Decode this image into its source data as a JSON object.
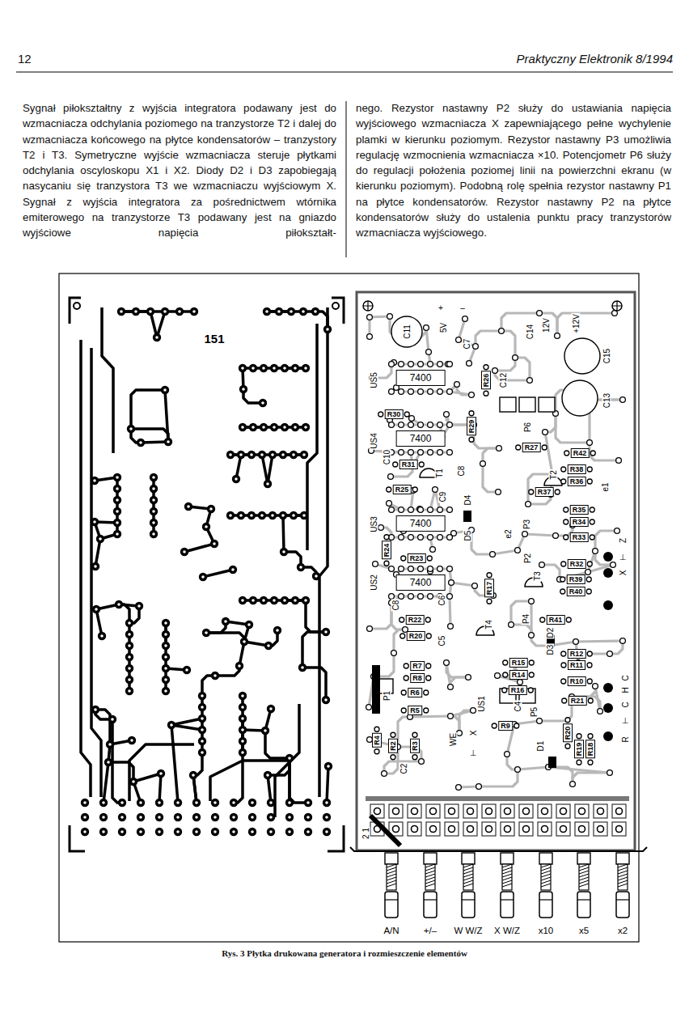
{
  "diagram": {
    "caption": "Rys. 3 Płytka drukowana generatora i rozmieszczenie elementów",
    "nodes": [
      {
        "text": [
          "R26"
        ]
      },
      {
        "text": [
          "7400"
        ]
      },
      {
        "text": [
          "R30"
        ]
      },
      {
        "text": [
          "R29"
        ]
      },
      {
        "text": [
          "7400"
        ]
      },
      {
        "text": [
          "R27"
        ]
      },
      {
        "text": [
          "R42"
        ]
      },
      {
        "text": [
          "R31"
        ]
      },
      {
        "text": [
          "R38"
        ]
      },
      {
        "text": [
          "R36"
        ]
      },
      {
        "text": [
          "R25"
        ]
      },
      {
        "text": [
          "R37"
        ]
      },
      {
        "text": [
          "R35"
        ]
      },
      {
        "text": [
          "R34"
        ]
      },
      {
        "text": [
          "7400"
        ]
      },
      {
        "text": [
          "R33"
        ]
      },
      {
        "text": [
          "R24"
        ]
      },
      {
        "text": [
          "R23"
        ]
      },
      {
        "text": [
          "R32"
        ]
      },
      {
        "text": [
          "R39"
        ]
      },
      {
        "text": [
          "7400"
        ]
      },
      {
        "text": [
          "R17"
        ]
      },
      {
        "text": [
          "R40"
        ]
      },
      {
        "text": [
          "R22"
        ]
      },
      {
        "text": [
          "R41"
        ]
      },
      {
        "text": [
          "R20"
        ]
      },
      {
        "text": [
          "R12"
        ]
      },
      {
        "text": [
          "R7"
        ]
      },
      {
        "text": [
          "R15"
        ]
      },
      {
        "text": [
          "R11"
        ]
      },
      {
        "text": [
          "R8"
        ]
      },
      {
        "text": [
          "R14"
        ]
      },
      {
        "text": [
          "R10"
        ]
      },
      {
        "text": [
          "R6"
        ]
      },
      {
        "text": [
          "R16"
        ]
      },
      {
        "text": [
          "R21"
        ]
      },
      {
        "text": [
          "R5"
        ]
      },
      {
        "text": [
          "R9"
        ]
      },
      {
        "text": [
          "R20"
        ]
      },
      {
        "text": [
          "R4"
        ]
      },
      {
        "text": [
          "R2"
        ]
      },
      {
        "text": [
          "R3"
        ]
      },
      {
        "text": [
          "R19"
        ]
      },
      {
        "text": [
          "R18"
        ]
      }
    ],
    "labels": [
      "12",
      "Praktyczny Elektronik 8/1994",
      "Sygnał piłokształtny z wyjścia integratora podawany jest do wzmacniacza odchylania poziomego na tranzystorze T2 i dalej do wzmacniacza końcowego na płytce kondensatorów – tranzystory T2 i T3. Symetryczne wyjście wzmacniacza steruje płytkami odchylania oscyloskopu X1 i X2. Diody D2 i D3 zapobiegają nasycaniu się tranzystora T3 we wzmacniaczu wyjściowym X. Sygnał z wyjścia integratora za pośrednictwem wtórnika emiterowego na tranzystorze T3 podawany jest na gniazdo wyjściowe napięcia piłokształt-",
      "nego. Rezystor nastawny P2 służy do ustawiania napięcia wyjściowego wzmacniacza X zapewniającego pełne wychylenie plamki w kierunku poziomym. Rezystor nastawny P3 umożliwia regulację wzmocnienia wzmacniacza ×10. Potencjometr P6 służy do regulacji położenia poziomej linii na powierzchni ekranu (w kierunku poziomym). Podobną rolę spełnia rezystor nastawny P1 na płytce kondensatorów. Rezystor nastawny P2 na płytce kondensatorów służy do ustalenia punktu pracy tranzystorów wzmacniacza wyjściowego.",
      "151",
      "+",
      "–",
      "5V",
      "C11",
      "C7",
      "C14",
      "12V",
      "+12V",
      "C15",
      "C13",
      "C12",
      "US5",
      "US4",
      "P6",
      "C10",
      "T1",
      "C8",
      "C9",
      "D4",
      "T2",
      "e1",
      "P3",
      "US3",
      "D5",
      "e2",
      "P2",
      "T3",
      "Z",
      "⊥",
      "X",
      "US2",
      "C8",
      "C6",
      "T4",
      "P4",
      "D2",
      "D3",
      "C5",
      "P1",
      "US1",
      "C4",
      "P5",
      "C",
      "H",
      "C",
      "⊥",
      "R",
      "WE",
      "X",
      "⊥",
      "C2",
      "D1",
      "2 1",
      "A/N",
      "+/–",
      "W W/Z",
      "X W/Z",
      "x10",
      "x5",
      "x2"
    ]
  }
}
